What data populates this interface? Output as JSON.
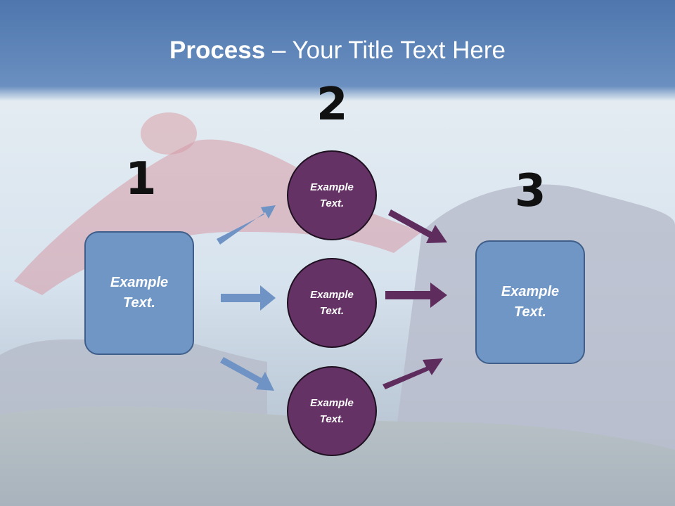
{
  "slide": {
    "title_bold": "Process",
    "title_rest": " – Your Title Text Here"
  },
  "steps": {
    "n1": "1",
    "n2": "2",
    "n3": "3"
  },
  "boxes": {
    "left": "Example Text.",
    "right": "Example Text."
  },
  "circles": {
    "top": "Example Text.",
    "middle": "Example Text.",
    "bottom": "Example Text."
  },
  "colors": {
    "box_fill": "#7096c6",
    "circle_fill": "#643264",
    "arrow_blue": "#6e93c4",
    "arrow_purple": "#5e2d5e",
    "header_band": "#5b82b8"
  }
}
